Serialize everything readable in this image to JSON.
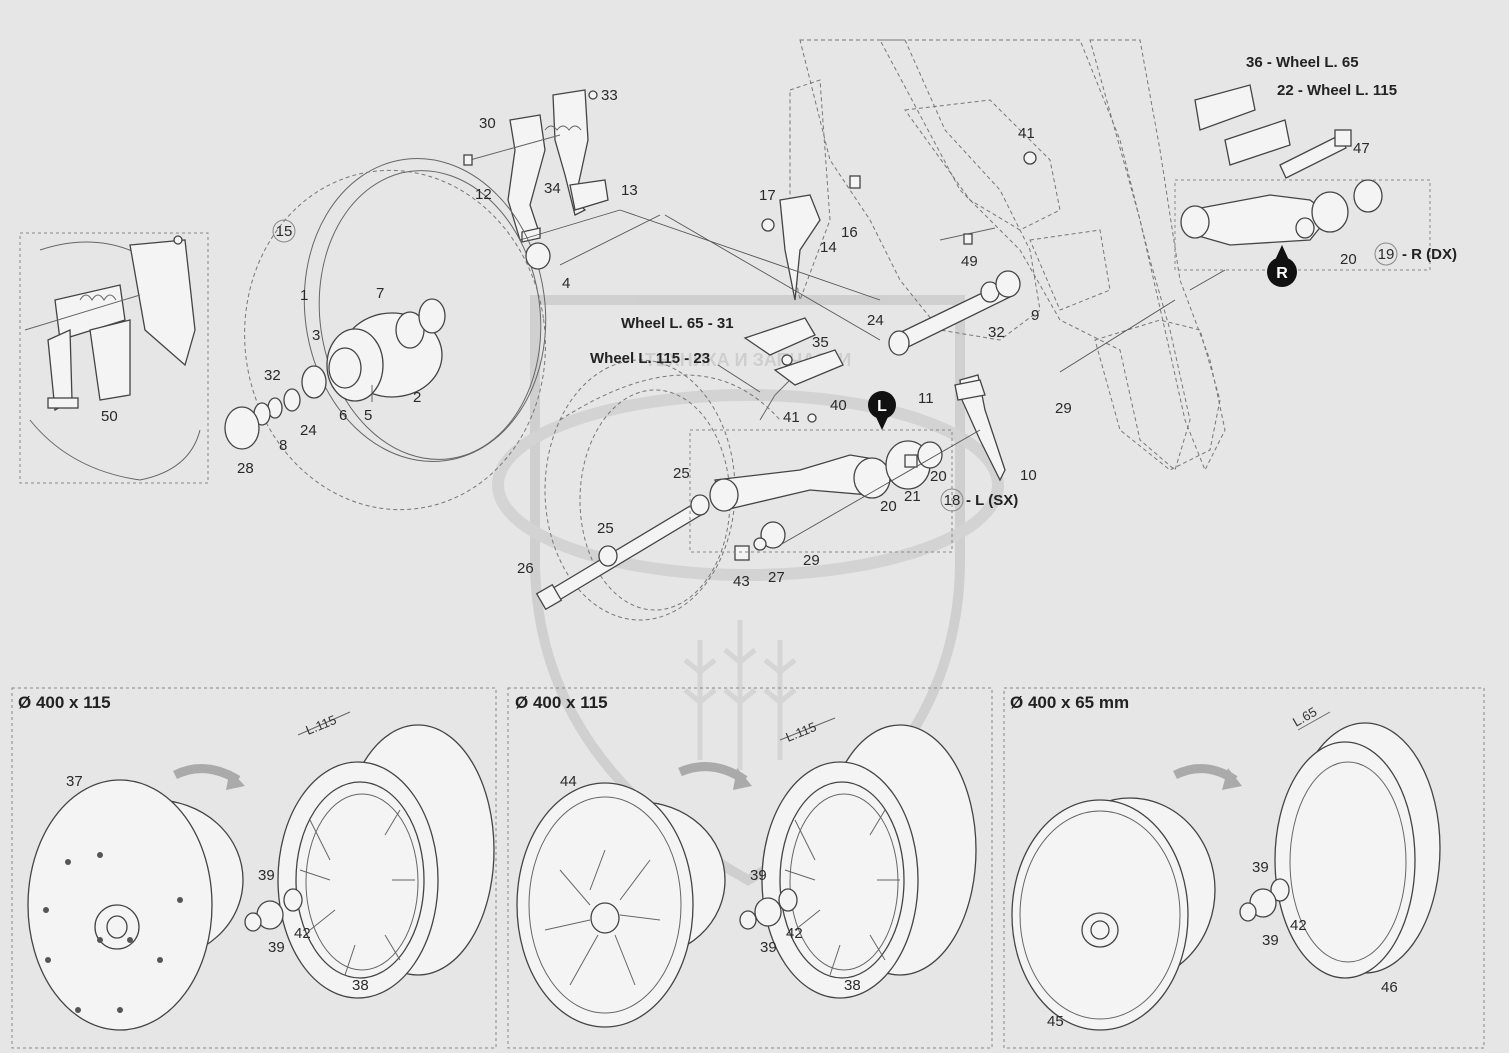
{
  "diagram": {
    "part_numbers": [
      {
        "id": "p1",
        "text": "1"
      },
      {
        "id": "p2",
        "text": "2"
      },
      {
        "id": "p3",
        "text": "3"
      },
      {
        "id": "p4",
        "text": "4"
      },
      {
        "id": "p5",
        "text": "5"
      },
      {
        "id": "p6",
        "text": "6"
      },
      {
        "id": "p7",
        "text": "7"
      },
      {
        "id": "p8",
        "text": "8"
      },
      {
        "id": "p9",
        "text": "9"
      },
      {
        "id": "p10",
        "text": "10"
      },
      {
        "id": "p11",
        "text": "11"
      },
      {
        "id": "p12",
        "text": "12"
      },
      {
        "id": "p13",
        "text": "13"
      },
      {
        "id": "p14",
        "text": "14"
      },
      {
        "id": "p16",
        "text": "16"
      },
      {
        "id": "p17",
        "text": "17"
      },
      {
        "id": "p20a",
        "text": "20"
      },
      {
        "id": "p20b",
        "text": "20"
      },
      {
        "id": "p20c",
        "text": "20"
      },
      {
        "id": "p21",
        "text": "21"
      },
      {
        "id": "p24a",
        "text": "24"
      },
      {
        "id": "p24b",
        "text": "24"
      },
      {
        "id": "p25a",
        "text": "25"
      },
      {
        "id": "p25b",
        "text": "25"
      },
      {
        "id": "p26",
        "text": "26"
      },
      {
        "id": "p27",
        "text": "27"
      },
      {
        "id": "p28",
        "text": "28"
      },
      {
        "id": "p29a",
        "text": "29"
      },
      {
        "id": "p29b",
        "text": "29"
      },
      {
        "id": "p30",
        "text": "30"
      },
      {
        "id": "p32a",
        "text": "32"
      },
      {
        "id": "p32b",
        "text": "32"
      },
      {
        "id": "p33",
        "text": "33"
      },
      {
        "id": "p34",
        "text": "34"
      },
      {
        "id": "p35",
        "text": "35"
      },
      {
        "id": "p37",
        "text": "37"
      },
      {
        "id": "p38a",
        "text": "38"
      },
      {
        "id": "p38b",
        "text": "38"
      },
      {
        "id": "p39a",
        "text": "39"
      },
      {
        "id": "p39b",
        "text": "39"
      },
      {
        "id": "p39c",
        "text": "39"
      },
      {
        "id": "p39d",
        "text": "39"
      },
      {
        "id": "p39e",
        "text": "39"
      },
      {
        "id": "p39f",
        "text": "39"
      },
      {
        "id": "p40",
        "text": "40"
      },
      {
        "id": "p41a",
        "text": "41"
      },
      {
        "id": "p41b",
        "text": "41"
      },
      {
        "id": "p42a",
        "text": "42"
      },
      {
        "id": "p42b",
        "text": "42"
      },
      {
        "id": "p42c",
        "text": "42"
      },
      {
        "id": "p43",
        "text": "43"
      },
      {
        "id": "p44",
        "text": "44"
      },
      {
        "id": "p45",
        "text": "45"
      },
      {
        "id": "p46",
        "text": "46"
      },
      {
        "id": "p47",
        "text": "47"
      },
      {
        "id": "p49",
        "text": "49"
      },
      {
        "id": "p50",
        "text": "50"
      }
    ],
    "circled_numbers": [
      {
        "id": "c15",
        "text": "15"
      },
      {
        "id": "c18",
        "text": "18"
      },
      {
        "id": "c19",
        "text": "19"
      }
    ],
    "labels": {
      "wheel65_top": "36 - Wheel L. 65",
      "wheel115_top": "22 - Wheel L. 115",
      "wheel65_mid": "Wheel L. 65 - 31",
      "wheel115_mid": "Wheel L. 115 - 23",
      "side_right": "- R (DX)",
      "side_left": "- L (SX)",
      "marker_r": "R",
      "marker_l": "L"
    },
    "panels": [
      {
        "id": "panel1",
        "title": "Ø 400 x 115",
        "dim": "L.115"
      },
      {
        "id": "panel2",
        "title": "Ø 400 x 115",
        "dim": "L.115"
      },
      {
        "id": "panel3",
        "title": "Ø 400 x 65 mm",
        "dim": "L.65"
      }
    ],
    "watermark": "ТЕХНИКА И ЗАПЧАСТИ"
  }
}
